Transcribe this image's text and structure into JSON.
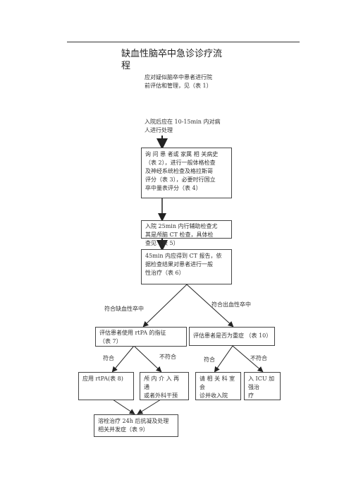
{
  "title": "缺血性脑卒中急诊诊疗流\n程",
  "intro1": "应对疑似脑卒中患者进行院\n前评估和管理，见（表 1）",
  "intro2": "入院后应在 10-15min 内对病\n人进行处理",
  "box_history": "询 问 患 者或 家属 相 关病史\n（表 2），进行一般体格检查\n及神经系统检查及格拉斯哥\n评分（表 3），必要时行国立\n卒中量表评分（表 4）",
  "box_ct": "入院 25min 内行辅助检查尤\n其是颅脑 CT 检查，具体检\n查见（表 5）",
  "box_45": "45min 内应得到 CT 报告，依\n据检查结果对患者进行一般\n性治疗（表 6）",
  "label_ischemic": "符合缺血性卒中",
  "label_hemorrhagic": "符合出血性卒中",
  "box_rtpa_eval": "评估患者使用 rtPA 的指征\n（表 7）",
  "box_severe_eval": "评估患者是否为重症 （表 10）",
  "label_fit1": "符合",
  "label_notfit1": "不符合",
  "label_fit2": "符合",
  "label_notfit2": "不符合",
  "box_apply_rtpa": "应用 rtPA(表 8)",
  "box_intra": "颅 内 介 入 再 通\n或者外科干预",
  "box_consult": "请 相 关 科 室会\n诊并收入院",
  "box_icu": "入 ICU 加强治\n疗",
  "box_thrombo": "溶栓治疗 24h 后抗凝及处理\n相关并发症（表 9）"
}
